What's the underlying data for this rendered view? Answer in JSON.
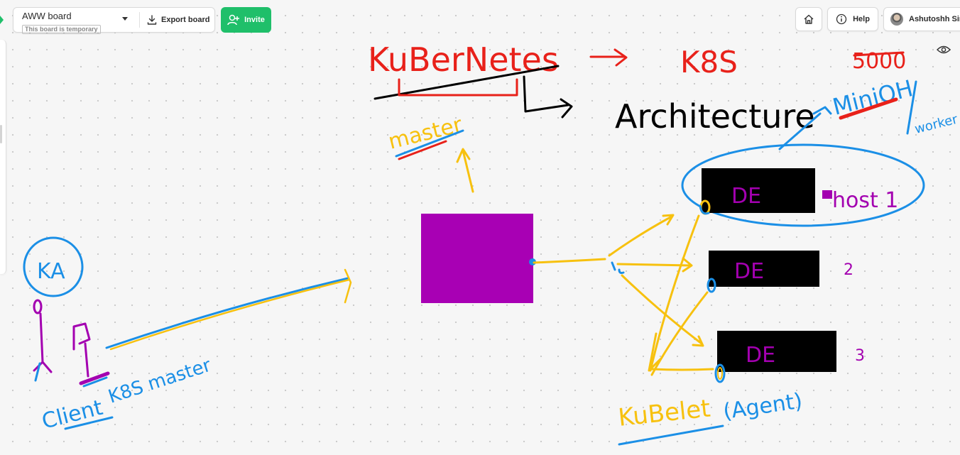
{
  "toolbar": {
    "board_name": "AWW board",
    "board_status": "This board is temporary",
    "export_label": "Export board",
    "invite_label": "Invite"
  },
  "top_right": {
    "home_icon": "home-icon",
    "help_label": "Help",
    "user_name": "Ashutoshh Singh"
  },
  "view_icon": "eye-icon",
  "colors": {
    "accent_green": "#1fbf6a",
    "ink_red": "#e8211a",
    "ink_black": "#000000",
    "ink_blue": "#1b8fe6",
    "ink_yellow": "#f7c10f",
    "ink_purple": "#a300b0",
    "master_box": "#a800b4",
    "node_box": "#000000"
  },
  "drawing": {
    "title": "KuBerNetes",
    "k8s": "K8S",
    "architecture": "Architecture",
    "count": "5000",
    "minion": "MiniOH",
    "worker": "worker",
    "master": "master",
    "node_label": "DE",
    "host": "host 1",
    "node_2": "2",
    "node_3": "3",
    "kubelet": "KuBelet",
    "agent": "(Agent)",
    "ka": "KA",
    "client": "Client",
    "k8s_master": "K8S master"
  }
}
